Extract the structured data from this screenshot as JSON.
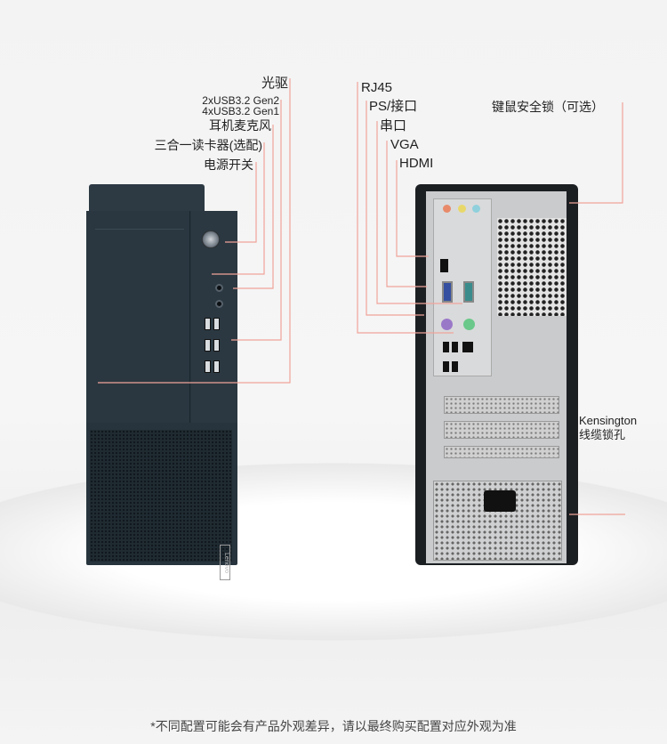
{
  "front_labels": [
    "光驱",
    "2xUSB3.2 Gen2",
    "4xUSB3.2 Gen1",
    "耳机麦克风",
    "三合一读卡器(选配)",
    "电源开关"
  ],
  "rear_labels": [
    "RJ45",
    "PS/接口",
    "串口",
    "VGA",
    "HDMI",
    "键鼠安全锁（可选）"
  ],
  "kensington": {
    "line1": "Kensington",
    "line2": "线缆锁孔"
  },
  "brand_logo": "Lenovo",
  "footnote": "*不同配置可能会有产品外观差异，请以最终购买配置对应外观为准",
  "colors": {
    "leader_line": "#f0a39a",
    "chassis": "#27343d"
  }
}
